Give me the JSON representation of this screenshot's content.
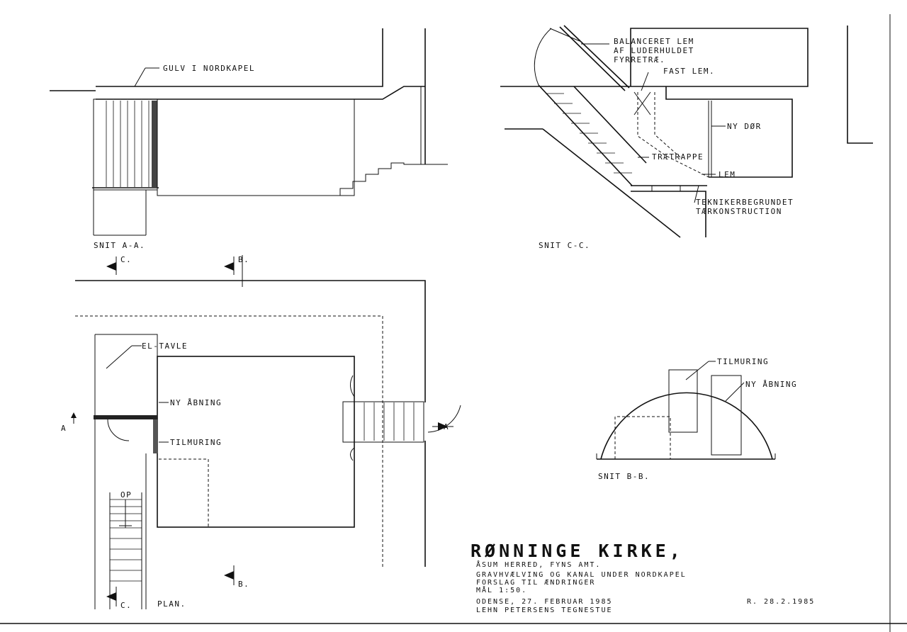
{
  "section_aa": {
    "caption": "SNIT A-A.",
    "label_floor": "GULV I NORDKAPEL"
  },
  "section_cc": {
    "caption": "SNIT C-C.",
    "label_hatch_1": "BALANCERET LEM",
    "label_hatch_2": "AF LUDERHULDET",
    "label_hatch_3": "FYRRETRÆ.",
    "label_fixed_hatch": "FAST LEM.",
    "label_new_door": "NY DØR",
    "label_steps": "TRÆTRAPPE",
    "label_hatch": "LEM",
    "label_truss_1": "TEKNIKERBEGRUNDET",
    "label_truss_2": "TÆRKONSTRUCTION"
  },
  "section_bb": {
    "caption": "SNIT B-B.",
    "label_walling": "TILMURING",
    "label_opening": "NY ÅBNING"
  },
  "plan": {
    "caption": "PLAN.",
    "label_panel": "EL-TAVLE",
    "label_opening": "NY ÅBNING",
    "label_walling": "TILMURING",
    "label_up": "OP",
    "marker_a": "A",
    "marker_b": "B.",
    "marker_c": "C."
  },
  "title_block": {
    "church": "RØNNINGE KIRKE,",
    "district": "ÅSUM HERRED, FYNS AMT.",
    "desc_1": "GRAVHVÆLVING OG KANAL UNDER NORDKAPEL",
    "desc_2": "FORSLAG TIL ÆNDRINGER",
    "scale": "MÅL 1:50.",
    "place_date": "ODENSE, 27. FEBRUAR 1985",
    "revision_date": "R. 28.2.1985",
    "office": "LEHN PETERSENS TEGNESTUE"
  }
}
